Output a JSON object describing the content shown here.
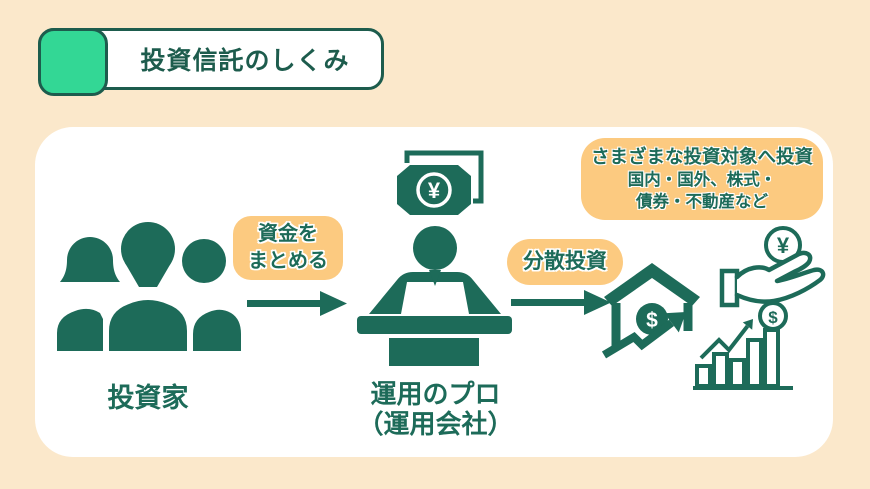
{
  "colors": {
    "background": "#fbe8cb",
    "card": "#ffffff",
    "dark_green": "#1d6b59",
    "title_border": "#1d5c4d",
    "bright_green": "#33d795",
    "badge_orange": "#fcca80"
  },
  "title": {
    "text": "投資信託のしくみ"
  },
  "flow": {
    "investors": {
      "label": "投資家"
    },
    "pool_badge": {
      "line1": "資金を",
      "line2": "まとめる"
    },
    "manager": {
      "label_line1": "運用のプロ",
      "label_line2": "（運用会社）"
    },
    "diversify_badge": {
      "text": "分散投資"
    },
    "targets_badge": {
      "title": "さまざまな投資対象へ投資",
      "line2": "国内・国外、株式・",
      "line3": "債券・不動産など"
    }
  },
  "symbols": {
    "yen": "¥",
    "dollar": "$"
  }
}
